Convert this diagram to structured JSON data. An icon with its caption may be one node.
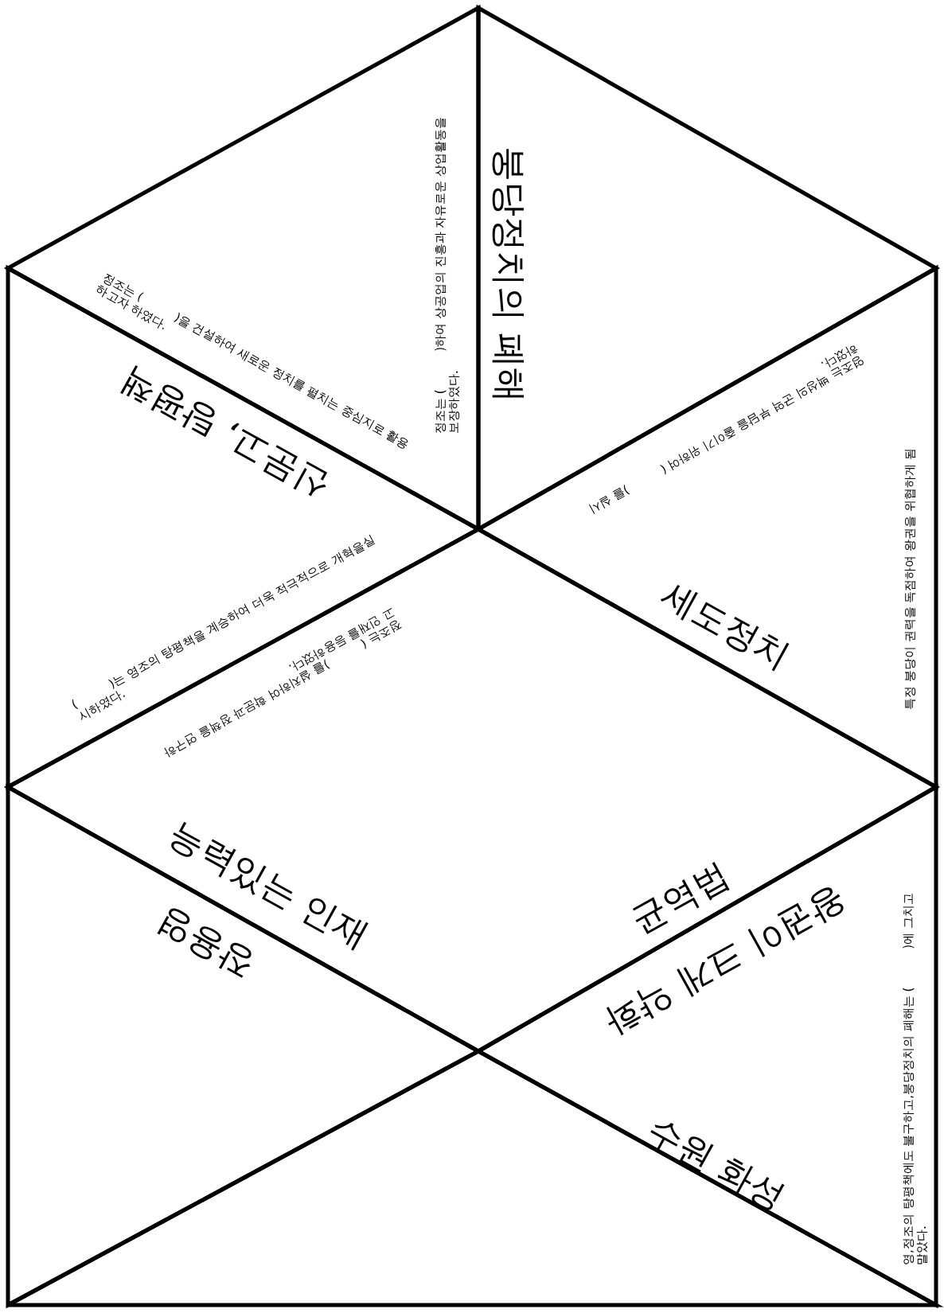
{
  "diagram": {
    "nodes": [
      {
        "text": [
          "정조는 (          )하여 상공업의 진흥과 자유로운 상업활동을 보장하였다.",
          "정조는 (          )을 건설하여 새로운 정치를 펼치는 중심지로 활용하고자 하였다."
        ]
      },
      {
        "text": [
          "붕당정치의 폐해"
        ]
      },
      {
        "text": [
          "신문고, 탕평책",
          "(          )는 영조의 탕평책을 계승하여 더욱 적극적으로 개혁을실시하였다."
        ]
      },
      {
        "text": [
          "영조는 백성의 군역 부담을 줄이기 위하여 (          )를 실시하였다.",
          "세도정치",
          "특정 붕당이 권력을 독점하여 왕권을 위협하게 됨"
        ]
      },
      {
        "text": [
          "정조는 (          )를 설치하여 학문과 정책을 연구하고 인재를 등용하였다.",
          "능력있는 인재",
          "균역법"
        ]
      },
      {
        "text": [
          "장용영"
        ]
      },
      {
        "text": [
          "왕권이 크게 약화",
          "수원 화성",
          "영,정조의 탕평책에도 불구하고,붕당정치의 폐해는 (          )에 그치고 말았다."
        ]
      },
      {
        "text": [],
        "shape": "triangle"
      }
    ]
  }
}
